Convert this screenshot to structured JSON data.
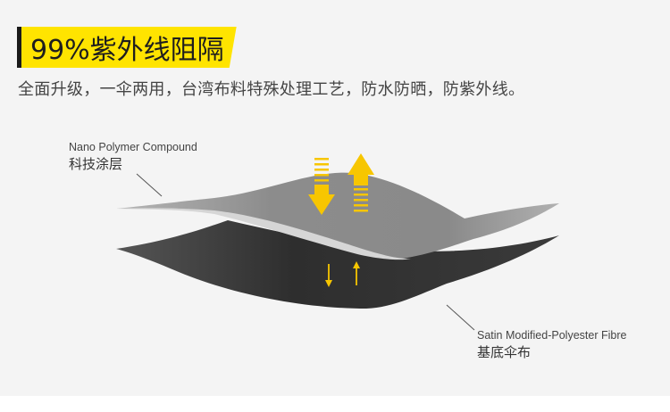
{
  "header": {
    "title": "99%紫外线阻隔",
    "subtitle": "全面升级，一伞两用，台湾布料特殊处理工艺，防水防晒，防紫外线。"
  },
  "layers": {
    "top": {
      "en": "Nano Polymer Compound",
      "cn": "科技涂层"
    },
    "bottom": {
      "en": "Satin Modified-Polyester Fibre",
      "cn": "基底伞布"
    }
  },
  "colors": {
    "accent": "#ffe400",
    "arrow": "#f7c600",
    "top_layer": "#8a8a8a",
    "bottom_layer": "#2b2b2b"
  },
  "icons": [
    "arrow-down-icon",
    "arrow-up-icon"
  ]
}
